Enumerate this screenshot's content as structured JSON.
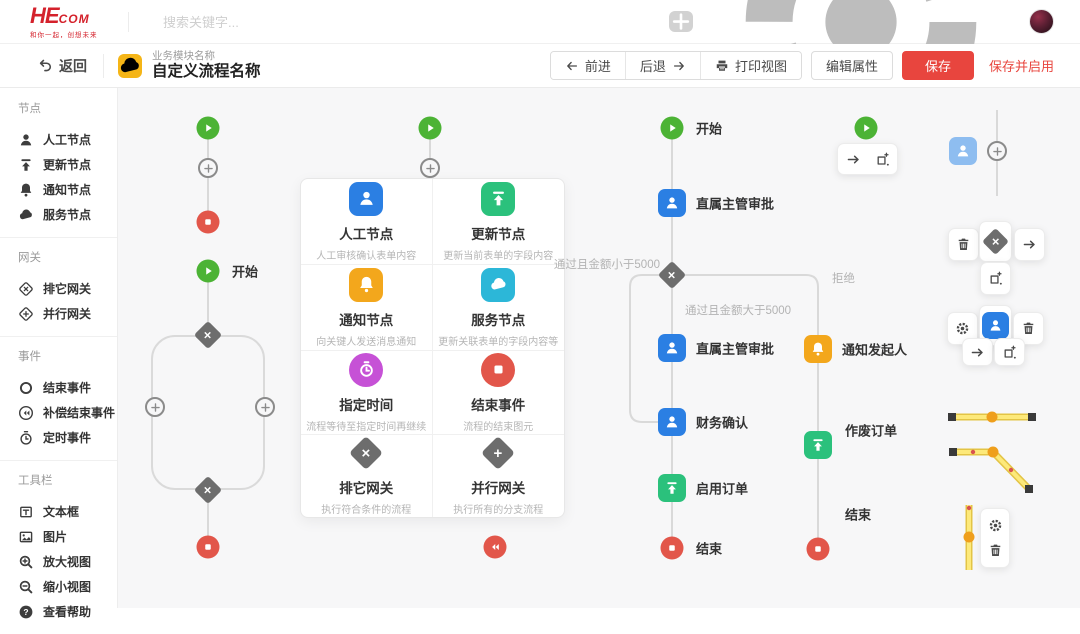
{
  "topbar": {
    "logo_text_main": "HE",
    "logo_text_sub": "COM",
    "logo_tagline": "和你一起，创想未来",
    "search_placeholder": "搜索关键字..."
  },
  "header": {
    "back": "返回",
    "module_label": "业务模块名称",
    "flow_title": "自定义流程名称",
    "btn_forward": "前进",
    "btn_backward": "后退",
    "btn_print": "打印视图",
    "btn_edit": "编辑属性",
    "btn_save": "保存",
    "btn_save_enable": "保存并启用"
  },
  "sidebar": {
    "sections": [
      {
        "title": "节点",
        "items": [
          {
            "icon": "person",
            "label": "人工节点"
          },
          {
            "icon": "update",
            "label": "更新节点"
          },
          {
            "icon": "bell",
            "label": "通知节点"
          },
          {
            "icon": "cloud",
            "label": "服务节点"
          }
        ]
      },
      {
        "title": "网关",
        "items": [
          {
            "icon": "diamond-x",
            "label": "排它网关"
          },
          {
            "icon": "diamond-plus",
            "label": "并行网关"
          }
        ]
      },
      {
        "title": "事件",
        "items": [
          {
            "icon": "circle",
            "label": "结束事件"
          },
          {
            "icon": "rewind-circle",
            "label": "补偿结束事件"
          },
          {
            "icon": "timer",
            "label": "定时事件"
          }
        ]
      },
      {
        "title": "工具栏",
        "items": [
          {
            "icon": "textbox",
            "label": "文本框"
          },
          {
            "icon": "image",
            "label": "图片"
          },
          {
            "icon": "zoom-in",
            "label": "放大视图"
          },
          {
            "icon": "zoom-out",
            "label": "缩小视图"
          },
          {
            "icon": "help",
            "label": "查看帮助"
          }
        ]
      }
    ]
  },
  "palette": {
    "cells": [
      {
        "icon": "person",
        "title": "人工节点",
        "desc": "人工审核确认表单内容"
      },
      {
        "icon": "update",
        "title": "更新节点",
        "desc": "更新当前表单的字段内容"
      },
      {
        "icon": "bell",
        "title": "通知节点",
        "desc": "向关键人发送消息通知"
      },
      {
        "icon": "cloud",
        "title": "服务节点",
        "desc": "更新关联表单的字段内容等"
      },
      {
        "icon": "clock",
        "title": "指定时间",
        "desc": "流程等待至指定时间再继续"
      },
      {
        "icon": "stop",
        "title": "结束事件",
        "desc": "流程的结束图元"
      },
      {
        "icon": "diamond-x",
        "title": "排它网关",
        "desc": "执行符合条件的流程"
      },
      {
        "icon": "diamond-plus",
        "title": "并行网关",
        "desc": "执行所有的分支流程"
      }
    ]
  },
  "canvas": {
    "left_flow": {
      "start_label": "开始"
    },
    "approval_flow": {
      "start": "开始",
      "manager_approve_1": "直属主管审批",
      "cond_lt_5000": "通过且金额小于5000",
      "cond_gt_5000": "通过且金额大于5000",
      "cond_reject": "拒绝",
      "manager_approve_2": "直属主管审批",
      "finance_confirm": "财务确认",
      "enable_order": "启用订单",
      "end_main": "结束",
      "notify_initiator": "通知发起人",
      "cancel_order": "作废订单",
      "end_branch": "结束"
    }
  },
  "colors": {
    "accent_red": "#e8453e",
    "logo_red": "#d4212b",
    "node_blue": "#2b7fe3",
    "node_light_blue": "#8ebdf0",
    "play_green": "#4cb335",
    "update_green": "#2bc17c",
    "node_orange": "#f3a71c",
    "node_cyan": "#2cb7d8",
    "node_purple": "#c651d6",
    "node_red": "#e2564a",
    "diamond_gray": "#6d6d6d",
    "selection_yellow": "#fde97a",
    "connector_gray": "#d9d9d9"
  }
}
